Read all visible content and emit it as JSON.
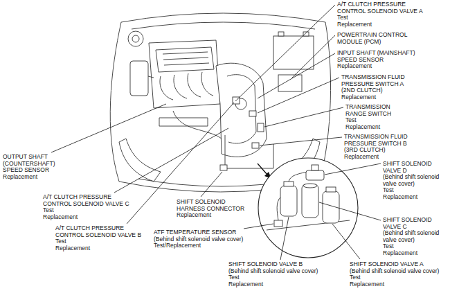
{
  "diagram": {
    "labels": [
      "A/T CLUTCH PRESSURE CONTROL SOLENOID VALVE A",
      "Test",
      "Replacement",
      "POWERTRAIN CONTROL MODULE (PCM)",
      "INPUT SHAFT (MAINSHAFT) SPEED SENSOR",
      "Replacement",
      "TRANSMISSION FLUID PRESSURE SWITCH A (2ND CLUTCH)",
      "Replacement",
      "TRANSMISSION RANGE SWITCH",
      "Test",
      "Replacement",
      "TRANSMISSION FLUID PRESSURE SWITCH B (3RD CLUTCH)",
      "Replacement",
      "OUTPUT SHAFT (COUNTERSHAFT) SPEED SENSOR",
      "Replacement",
      "SHIFT SOLENOID VALVE D",
      "(Behind shift solenoid valve cover)",
      "Test",
      "Replacement",
      "A/T CLUTCH PRESSURE CONTROL SOLENOID VALVE C",
      "Test",
      "Replacement",
      "SHIFT SOLENOID HARNESS CONNECTOR",
      "Replacement",
      "SHIFT SOLENOID VALVE C",
      "(Behind shift solenoid valve cover)",
      "Test",
      "Replacement",
      "A/T CLUTCH PRESSURE CONTROL SOLENOID VALVE B",
      "Test",
      "Replacement",
      "ATF TEMPERATURE SENSOR",
      "(Behind shift solenoid valve cover)",
      "Test/Replacement",
      "SHIFT SOLENOID VALVE B",
      "(Behind shift solenoid valve cover)",
      "Test",
      "Replacement",
      "SHIFT SOLENOID VALVE A",
      "(Behind shift solenoid valve cover)",
      "Test",
      "Replacement"
    ]
  }
}
